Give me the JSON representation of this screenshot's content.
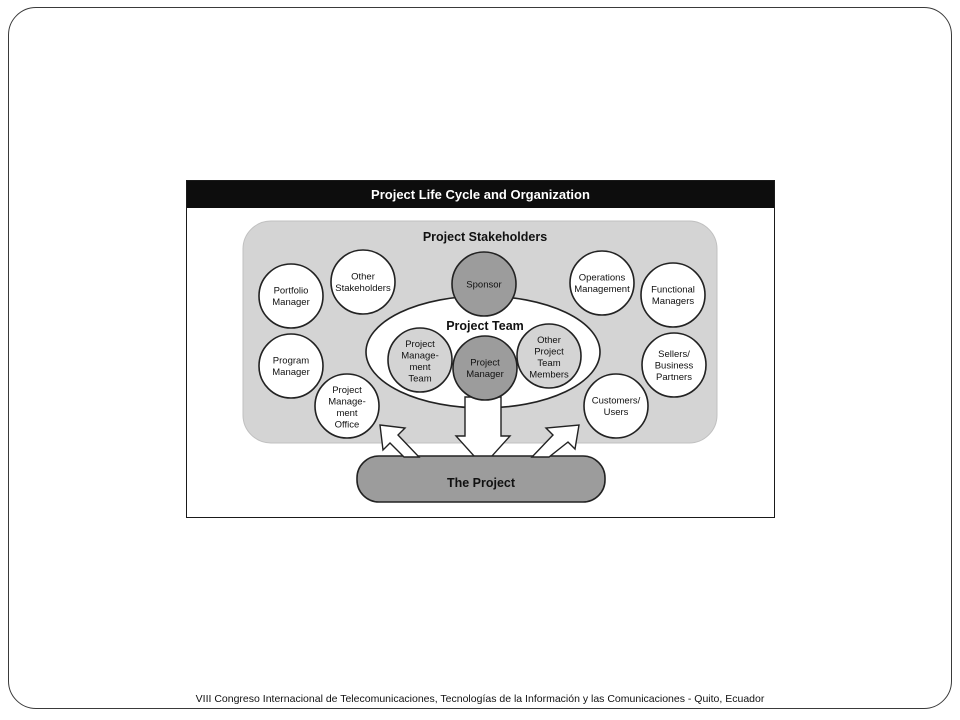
{
  "figure": {
    "title": "Project Life Cycle and Organization",
    "stakeholders_label": "Project Stakeholders",
    "team_label": "Project Team",
    "project_label": "The Project",
    "stakeholders": {
      "sponsor": [
        "Sponsor"
      ],
      "other_stakeholders": [
        "Other",
        "Stakeholders"
      ],
      "portfolio_manager": [
        "Portfolio",
        "Manager"
      ],
      "program_manager": [
        "Program",
        "Manager"
      ],
      "pmo": [
        "Project",
        "Manage-",
        "ment",
        "Office"
      ],
      "operations_management": [
        "Operations",
        "Management"
      ],
      "functional_managers": [
        "Functional",
        "Managers"
      ],
      "sellers_partners": [
        "Sellers/",
        "Business",
        "Partners"
      ],
      "customers_users": [
        "Customers/",
        "Users"
      ]
    },
    "team": {
      "pm_team": [
        "Project",
        "Manage-",
        "ment",
        "Team"
      ],
      "project_manager": [
        "Project",
        "Manager"
      ],
      "other_team_members": [
        "Other",
        "Project",
        "Team",
        "Members"
      ]
    }
  },
  "footer": "VIII Congreso Internacional de Telecomunicaciones, Tecnologías de la Información y las Comunicaciones - Quito, Ecuador"
}
